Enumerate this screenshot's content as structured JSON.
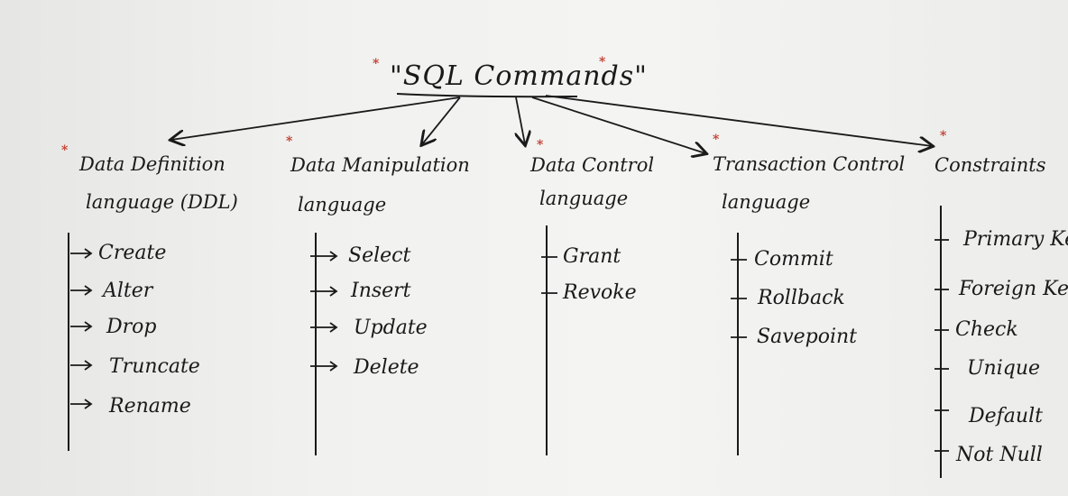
{
  "title": "\"SQL Commands\"",
  "categories": [
    {
      "line1": "Data Definition",
      "line2": "language (DDL)",
      "items": [
        "Create",
        "Alter",
        "Drop",
        "Truncate",
        "Rename"
      ]
    },
    {
      "line1": "Data Manipulation",
      "line2": "language",
      "items": [
        "Select",
        "Insert",
        "Update",
        "Delete"
      ]
    },
    {
      "line1": "Data Control",
      "line2": "language",
      "items": [
        "Grant",
        "Revoke"
      ]
    },
    {
      "line1": "Transaction Control",
      "line2": "language",
      "items": [
        "Commit",
        "Rollback",
        "Savepoint"
      ]
    },
    {
      "line1": "Constraints",
      "line2": "",
      "items": [
        "Primary Key",
        "Foreign Key",
        "Check",
        "Unique",
        "Default",
        "Not Null"
      ]
    }
  ],
  "colors": {
    "ink": "#1a1a1a",
    "accent": "#c0392b"
  }
}
